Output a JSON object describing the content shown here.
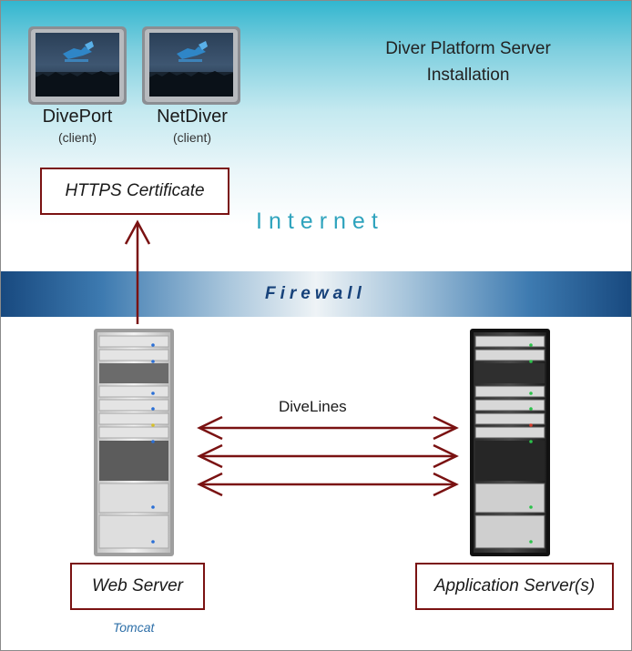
{
  "title_line1": "Diver Platform Server",
  "title_line2": "Installation",
  "zones": {
    "internet": "Internet",
    "firewall": "Firewall"
  },
  "clients": [
    {
      "name": "DivePort",
      "sub": "(client)",
      "icon": "monitor-icon"
    },
    {
      "name": "NetDiver",
      "sub": "(client)",
      "icon": "monitor-icon"
    }
  ],
  "boxes": {
    "certificate": "HTTPS Certificate",
    "web_server": "Web Server",
    "app_server": "Application Server(s)"
  },
  "web_server_tech": "Tomcat",
  "connection_label": "DiveLines",
  "colors": {
    "accent_dark_red": "#7a1212",
    "internet_teal": "#2ea3bd",
    "firewall_blue": "#17427a",
    "tomcat_blue": "#2d6fa8"
  },
  "icons": [
    "monitor-icon",
    "server-rack-icon",
    "arrow-up-icon",
    "double-arrow-icon"
  ]
}
